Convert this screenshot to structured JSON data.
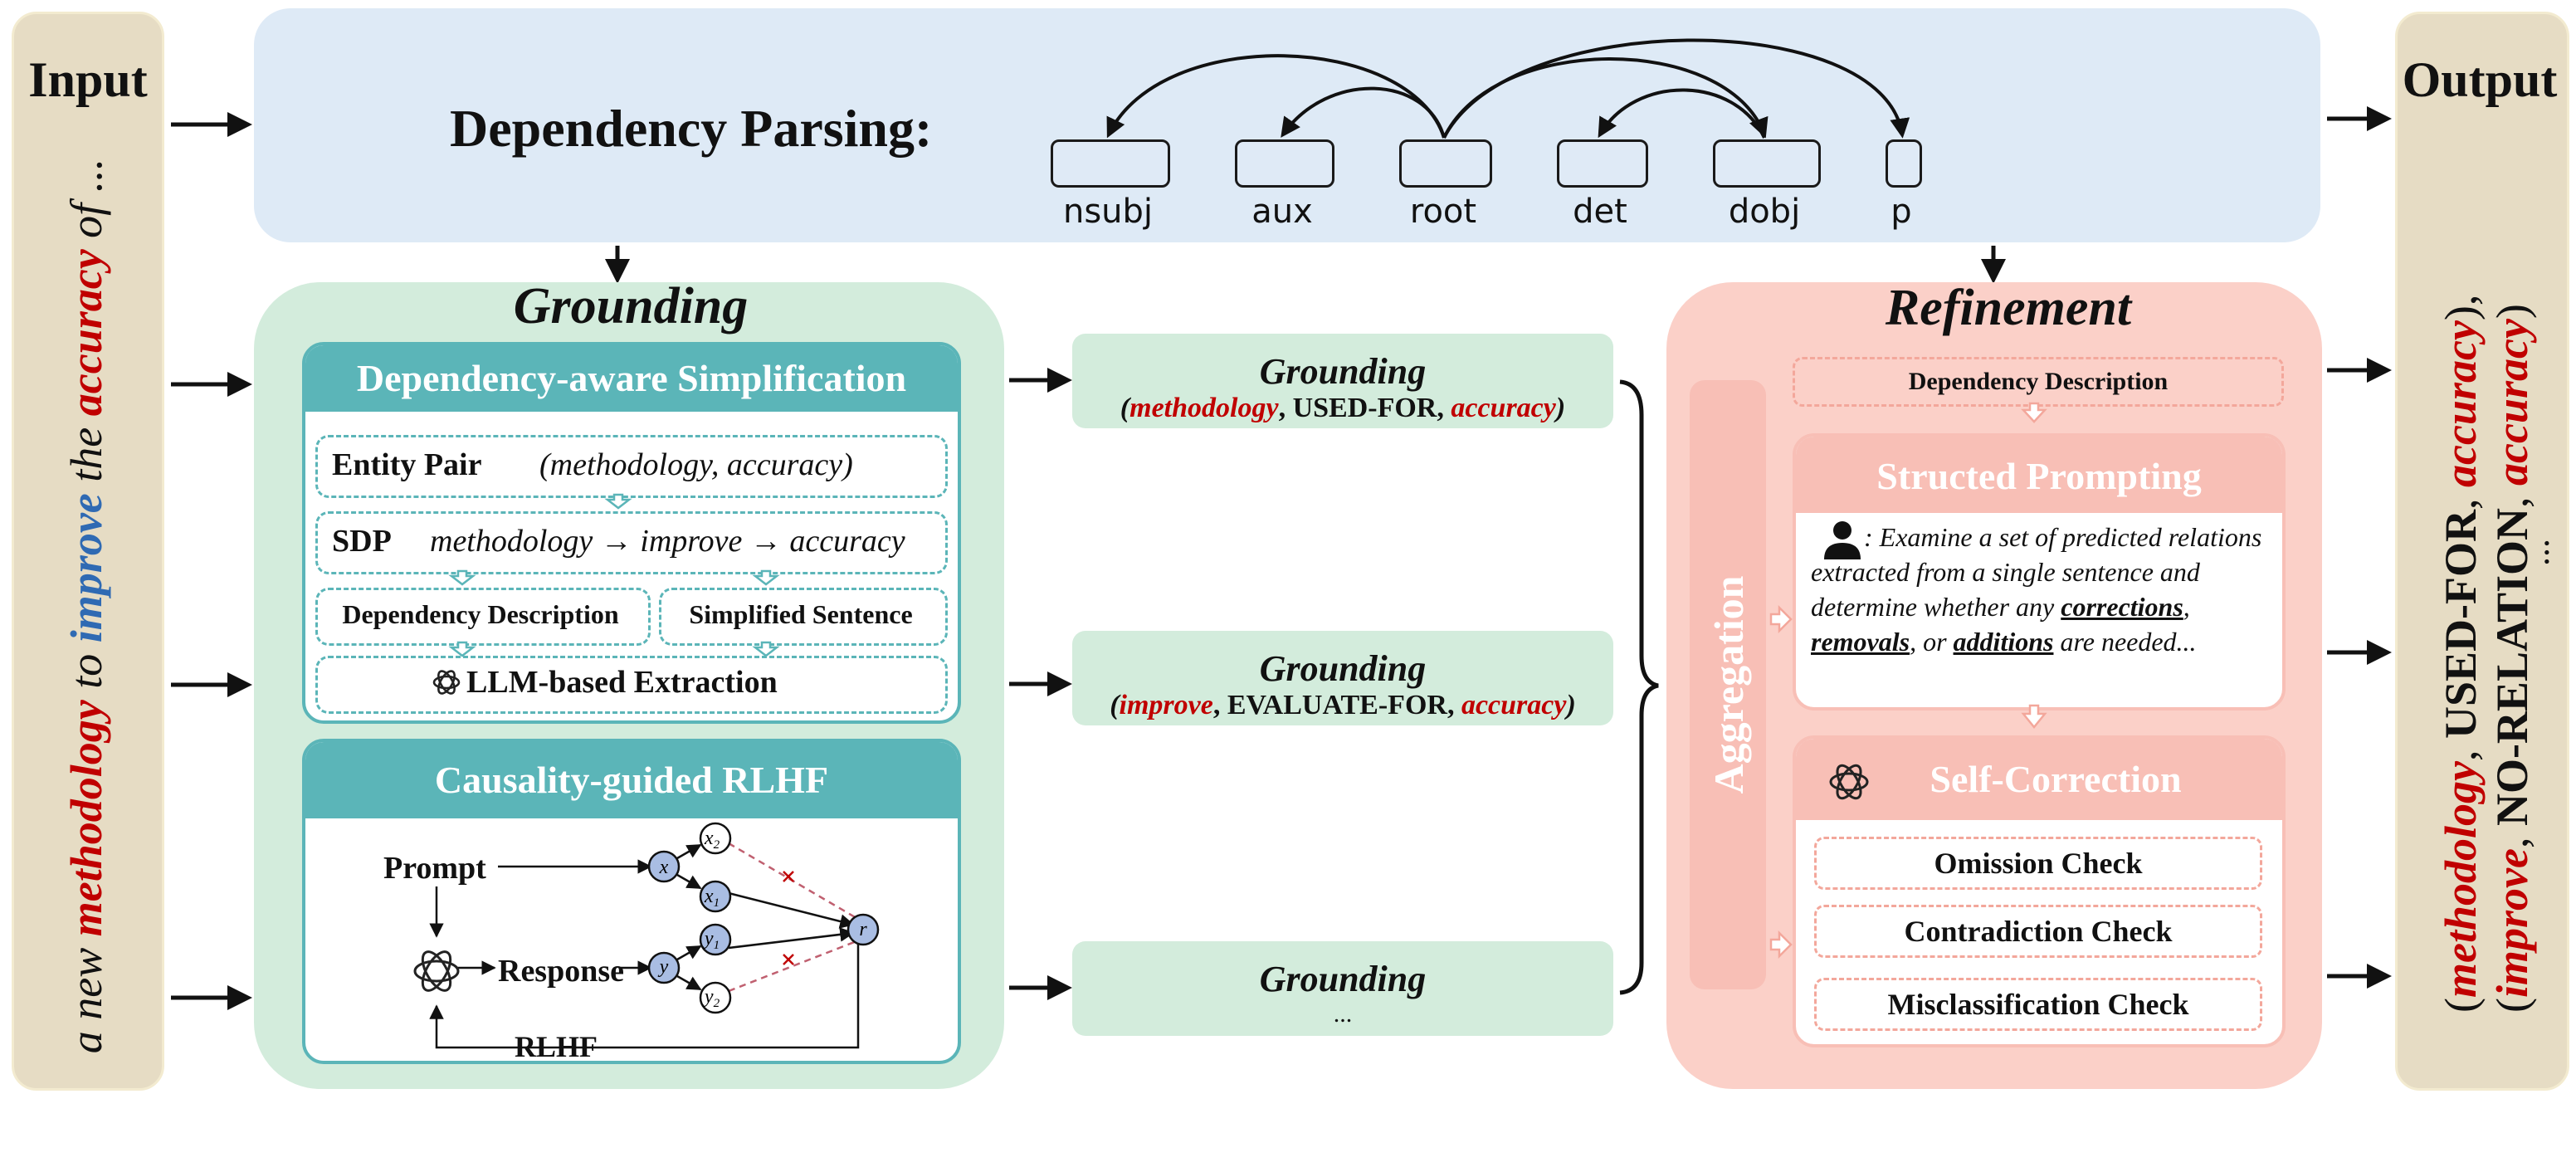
{
  "input": {
    "title": "Input",
    "sentence": {
      "a": "a new ",
      "methodology": "methodology",
      "to": " to ",
      "improve": "improve",
      "the": " the ",
      "accuracy": "accuracy",
      "of": " of ..."
    }
  },
  "output": {
    "title": "Output",
    "line1": {
      "open": "(",
      "head": "methodology",
      "rel": "USED-FOR",
      "tail": "accuracy",
      "close": "),",
      "sep": ", "
    },
    "line2": {
      "open": "(",
      "head": "improve",
      "rel": "NO-RELATION",
      "tail": "accuracy",
      "close": ")",
      "sep": ", "
    },
    "ellipsis": "..."
  },
  "parsing": {
    "title": "Dependency Parsing:",
    "tokens": [
      "nsubj",
      "aux",
      "root",
      "det",
      "dobj",
      "p"
    ]
  },
  "grounding": {
    "title": "Grounding",
    "simplification": {
      "title": "Dependency-aware Simplification",
      "entity_pair_label": "Entity Pair",
      "entity_pair_value": "(methodology, accuracy)",
      "sdp_label": "SDP",
      "sdp_value": "methodology → improve → accuracy",
      "dep_desc": "Dependency Description",
      "simplified": "Simplified Sentence",
      "llm_extraction": "LLM-based Extraction"
    },
    "rlhf": {
      "title": "Causality-guided RLHF",
      "prompt": "Prompt",
      "response": "Response",
      "rlhf": "RLHF",
      "nodes": {
        "x": "x",
        "x2": "x",
        "x2sub": "2",
        "x1": "x",
        "x1sub": "1",
        "y": "y",
        "y1": "y",
        "y1sub": "1",
        "y2": "y",
        "y2sub": "2",
        "r": "r"
      }
    }
  },
  "results": [
    {
      "title": "Grounding",
      "open": "(",
      "head": "methodology",
      "rel": ", USED-FOR, ",
      "tail": "accuracy",
      "close": ")"
    },
    {
      "title": "Grounding",
      "open": "(",
      "head": "improve",
      "rel": ", EVALUATE-FOR, ",
      "tail": "accuracy",
      "close": ")"
    },
    {
      "title": "Grounding",
      "ellipsis": "..."
    }
  ],
  "refinement": {
    "title": "Refinement",
    "aggregation": "Aggregation",
    "dep_desc": "Dependency Description",
    "prompting": {
      "title": "Structed Prompting",
      "text_a": ": Examine a set of predicted relations extracted from a single sentence and determine whether any ",
      "corrections": "corrections",
      "comma": ", ",
      "removals": "removals",
      "or": ", or ",
      "additions": "additions",
      "text_b": " are needed..."
    },
    "self_correction": {
      "title": "Self-Correction",
      "checks": [
        "Omission Check",
        "Contradiction Check",
        "Misclassification Check"
      ]
    }
  },
  "colors": {
    "red": "#c00000",
    "blue": "#2f6ab3",
    "teal": "#5bb5b8",
    "green_panel": "#d3ecdc",
    "blue_panel": "#deeaf6",
    "pink_panel": "#fbd0c8",
    "salmon": "#f8bfb6",
    "beige": "#e6dcc4"
  },
  "icons": [
    "openai-logo-icon",
    "user-icon",
    "arrow-icon",
    "curly-brace-icon"
  ]
}
